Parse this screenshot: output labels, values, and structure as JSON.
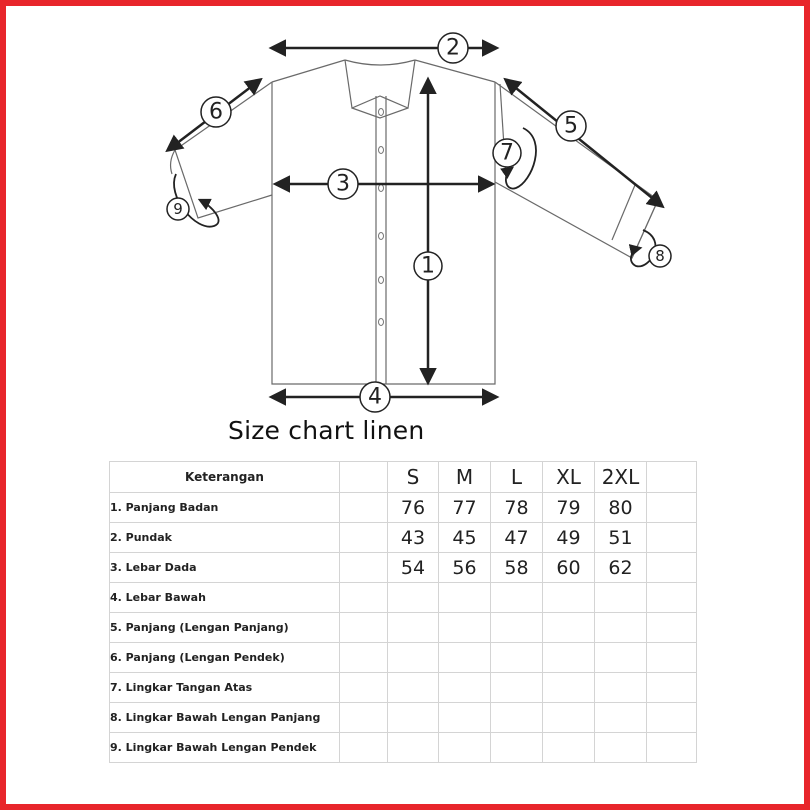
{
  "title": "Size chart linen",
  "diagram": {
    "markers": [
      "1",
      "2",
      "3",
      "4",
      "5",
      "6",
      "7",
      "8",
      "9"
    ]
  },
  "table": {
    "header_label": "Keterangan",
    "sizes": [
      "S",
      "M",
      "L",
      "XL",
      "2XL"
    ],
    "rows": [
      {
        "label": "1. Panjang Badan",
        "values": [
          "76",
          "77",
          "78",
          "79",
          "80"
        ]
      },
      {
        "label": "2. Pundak",
        "values": [
          "43",
          "45",
          "47",
          "49",
          "51"
        ]
      },
      {
        "label": "3. Lebar Dada",
        "values": [
          "54",
          "56",
          "58",
          "60",
          "62"
        ]
      },
      {
        "label": "4. Lebar Bawah",
        "values": [
          "",
          "",
          "",
          "",
          ""
        ]
      },
      {
        "label": "5. Panjang (Lengan Panjang)",
        "values": [
          "",
          "",
          "",
          "",
          ""
        ]
      },
      {
        "label": "6. Panjang (Lengan Pendek)",
        "values": [
          "",
          "",
          "",
          "",
          ""
        ]
      },
      {
        "label": "7. Lingkar Tangan Atas",
        "values": [
          "",
          "",
          "",
          "",
          ""
        ]
      },
      {
        "label": "8. Lingkar Bawah Lengan Panjang",
        "values": [
          "",
          "",
          "",
          "",
          ""
        ]
      },
      {
        "label": "9. Lingkar Bawah Lengan Pendek",
        "values": [
          "",
          "",
          "",
          "",
          ""
        ]
      }
    ]
  },
  "colors": {
    "frame": "#e8262b",
    "line": "#222222"
  }
}
